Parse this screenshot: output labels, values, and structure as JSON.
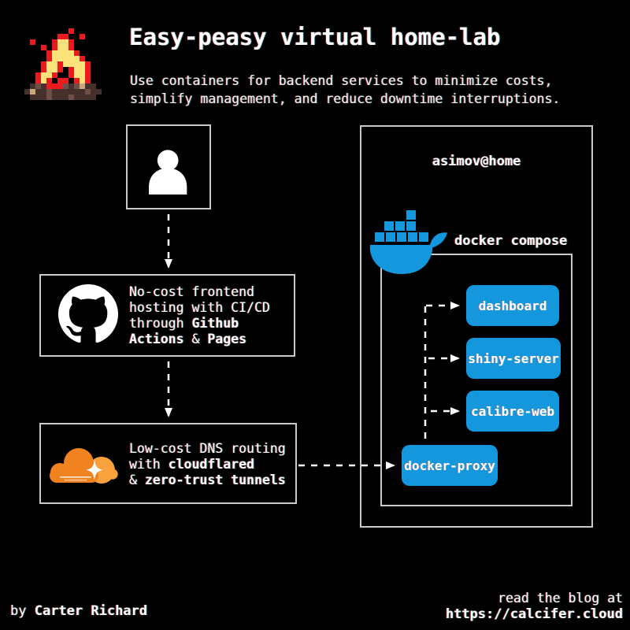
{
  "meta": {
    "background": "#000000",
    "accent_blue": "#1497DC",
    "border_gray": "#c9c9c9",
    "cloudflare_orange": "#F0821F",
    "cloudflare_light_orange": "#F9A13D"
  },
  "header": {
    "title": "Easy-peasy virtual home-lab",
    "subtitle_line1": "Use containers for backend services to minimize costs,",
    "subtitle_line2": "simplify management, and reduce downtime interruptions."
  },
  "left_flow": {
    "github_box": {
      "line1": "No-cost frontend",
      "line2": "hosting with CI/CD",
      "line3_regular": "through ",
      "line3_bold": "Github",
      "line4_bold1": "Actions",
      "line4_regular": " & ",
      "line4_bold2": "Pages"
    },
    "cloudflare_box": {
      "line1": "Low-cost DNS routing",
      "line2_regular": "with ",
      "line2_bold": "cloudflared",
      "line3_regular": "& ",
      "line3_bold": "zero-trust tunnels"
    }
  },
  "server_box": {
    "hostname": "asimov@home",
    "compose_label": "docker compose",
    "containers": [
      "dashboard",
      "shiny-server",
      "calibre-web",
      "docker-proxy"
    ]
  },
  "footer": {
    "byline_regular": "by ",
    "byline_bold": "Carter Richard",
    "blog_line1": "read the blog at",
    "blog_line2": "https://calcifer.cloud"
  }
}
